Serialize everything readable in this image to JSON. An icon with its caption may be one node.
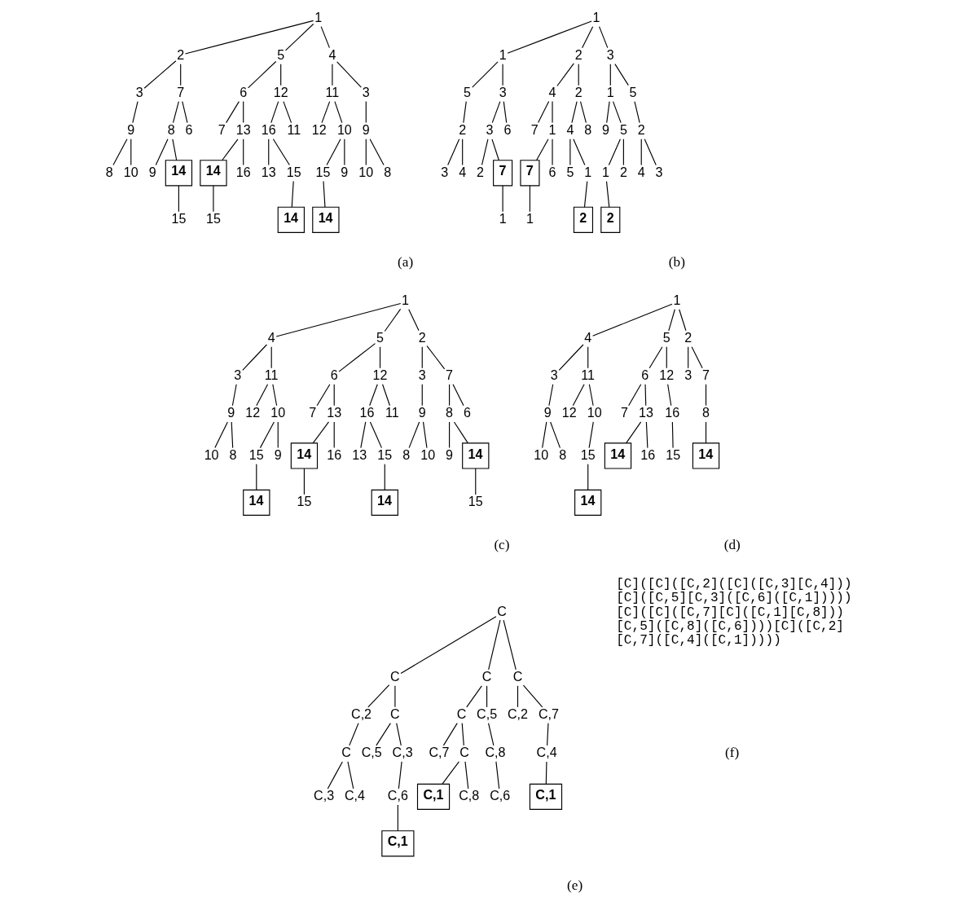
{
  "diagram": {
    "nodes": [
      {
        "text": [
          "1"
        ]
      },
      {
        "text": [
          "2"
        ]
      },
      {
        "text": [
          "5"
        ]
      },
      {
        "text": [
          "4"
        ]
      },
      {
        "text": [
          "3"
        ]
      },
      {
        "text": [
          "7"
        ]
      },
      {
        "text": [
          "6"
        ]
      },
      {
        "text": [
          "12"
        ]
      },
      {
        "text": [
          "11"
        ]
      },
      {
        "text": [
          "3"
        ]
      },
      {
        "text": [
          "9"
        ]
      },
      {
        "text": [
          "8"
        ]
      },
      {
        "text": [
          "6"
        ]
      },
      {
        "text": [
          "7"
        ]
      },
      {
        "text": [
          "13"
        ]
      },
      {
        "text": [
          "16"
        ]
      },
      {
        "text": [
          "11"
        ]
      },
      {
        "text": [
          "12"
        ]
      },
      {
        "text": [
          "10"
        ]
      },
      {
        "text": [
          "9"
        ]
      },
      {
        "text": [
          "8"
        ]
      },
      {
        "text": [
          "10"
        ]
      },
      {
        "text": [
          "9"
        ]
      },
      {
        "text": [
          "14"
        ]
      },
      {
        "text": [
          "14"
        ]
      },
      {
        "text": [
          "16"
        ]
      },
      {
        "text": [
          "13"
        ]
      },
      {
        "text": [
          "15"
        ]
      },
      {
        "text": [
          "15"
        ]
      },
      {
        "text": [
          "9"
        ]
      },
      {
        "text": [
          "10"
        ]
      },
      {
        "text": [
          "8"
        ]
      },
      {
        "text": [
          "15"
        ]
      },
      {
        "text": [
          "15"
        ]
      },
      {
        "text": [
          "14"
        ]
      },
      {
        "text": [
          "14"
        ]
      },
      {
        "text": [
          "1"
        ]
      },
      {
        "text": [
          "1"
        ]
      },
      {
        "text": [
          "2"
        ]
      },
      {
        "text": [
          "3"
        ]
      },
      {
        "text": [
          "5"
        ]
      },
      {
        "text": [
          "3"
        ]
      },
      {
        "text": [
          "4"
        ]
      },
      {
        "text": [
          "2"
        ]
      },
      {
        "text": [
          "1"
        ]
      },
      {
        "text": [
          "5"
        ]
      },
      {
        "text": [
          "2"
        ]
      },
      {
        "text": [
          "3"
        ]
      },
      {
        "text": [
          "6"
        ]
      },
      {
        "text": [
          "7"
        ]
      },
      {
        "text": [
          "1"
        ]
      },
      {
        "text": [
          "4"
        ]
      },
      {
        "text": [
          "8"
        ]
      },
      {
        "text": [
          "9"
        ]
      },
      {
        "text": [
          "5"
        ]
      },
      {
        "text": [
          "2"
        ]
      },
      {
        "text": [
          "3"
        ]
      },
      {
        "text": [
          "4"
        ]
      },
      {
        "text": [
          "2"
        ]
      },
      {
        "text": [
          "7"
        ]
      },
      {
        "text": [
          "7"
        ]
      },
      {
        "text": [
          "6"
        ]
      },
      {
        "text": [
          "5"
        ]
      },
      {
        "text": [
          "1"
        ]
      },
      {
        "text": [
          "1"
        ]
      },
      {
        "text": [
          "2"
        ]
      },
      {
        "text": [
          "4"
        ]
      },
      {
        "text": [
          "3"
        ]
      },
      {
        "text": [
          "1"
        ]
      },
      {
        "text": [
          "1"
        ]
      },
      {
        "text": [
          "2"
        ]
      },
      {
        "text": [
          "2"
        ]
      },
      {
        "text": [
          "1"
        ]
      },
      {
        "text": [
          "4"
        ]
      },
      {
        "text": [
          "5"
        ]
      },
      {
        "text": [
          "2"
        ]
      },
      {
        "text": [
          "3"
        ]
      },
      {
        "text": [
          "11"
        ]
      },
      {
        "text": [
          "6"
        ]
      },
      {
        "text": [
          "12"
        ]
      },
      {
        "text": [
          "3"
        ]
      },
      {
        "text": [
          "7"
        ]
      },
      {
        "text": [
          "9"
        ]
      },
      {
        "text": [
          "12"
        ]
      },
      {
        "text": [
          "10"
        ]
      },
      {
        "text": [
          "7"
        ]
      },
      {
        "text": [
          "13"
        ]
      },
      {
        "text": [
          "16"
        ]
      },
      {
        "text": [
          "11"
        ]
      },
      {
        "text": [
          "9"
        ]
      },
      {
        "text": [
          "8"
        ]
      },
      {
        "text": [
          "6"
        ]
      },
      {
        "text": [
          "10"
        ]
      },
      {
        "text": [
          "8"
        ]
      },
      {
        "text": [
          "15"
        ]
      },
      {
        "text": [
          "9"
        ]
      },
      {
        "text": [
          "14"
        ]
      },
      {
        "text": [
          "16"
        ]
      },
      {
        "text": [
          "13"
        ]
      },
      {
        "text": [
          "15"
        ]
      },
      {
        "text": [
          "8"
        ]
      },
      {
        "text": [
          "10"
        ]
      },
      {
        "text": [
          "9"
        ]
      },
      {
        "text": [
          "14"
        ]
      },
      {
        "text": [
          "14"
        ]
      },
      {
        "text": [
          "15"
        ]
      },
      {
        "text": [
          "14"
        ]
      },
      {
        "text": [
          "15"
        ]
      },
      {
        "text": [
          "1"
        ]
      },
      {
        "text": [
          "4"
        ]
      },
      {
        "text": [
          "5"
        ]
      },
      {
        "text": [
          "2"
        ]
      },
      {
        "text": [
          "3"
        ]
      },
      {
        "text": [
          "11"
        ]
      },
      {
        "text": [
          "6"
        ]
      },
      {
        "text": [
          "12"
        ]
      },
      {
        "text": [
          "3"
        ]
      },
      {
        "text": [
          "7"
        ]
      },
      {
        "text": [
          "9"
        ]
      },
      {
        "text": [
          "12"
        ]
      },
      {
        "text": [
          "10"
        ]
      },
      {
        "text": [
          "7"
        ]
      },
      {
        "text": [
          "13"
        ]
      },
      {
        "text": [
          "16"
        ]
      },
      {
        "text": [
          "8"
        ]
      },
      {
        "text": [
          "10"
        ]
      },
      {
        "text": [
          "8"
        ]
      },
      {
        "text": [
          "15"
        ]
      },
      {
        "text": [
          "14"
        ]
      },
      {
        "text": [
          "16"
        ]
      },
      {
        "text": [
          "15"
        ]
      },
      {
        "text": [
          "14"
        ]
      },
      {
        "text": [
          "14"
        ]
      },
      {
        "text": [
          "C"
        ]
      },
      {
        "text": [
          "C"
        ]
      },
      {
        "text": [
          "C"
        ]
      },
      {
        "text": [
          "C"
        ]
      },
      {
        "text": [
          "C,2"
        ]
      },
      {
        "text": [
          "C"
        ]
      },
      {
        "text": [
          "C"
        ]
      },
      {
        "text": [
          "C,5"
        ]
      },
      {
        "text": [
          "C,2"
        ]
      },
      {
        "text": [
          "C,7"
        ]
      },
      {
        "text": [
          "C"
        ]
      },
      {
        "text": [
          "C,5"
        ]
      },
      {
        "text": [
          "C,3"
        ]
      },
      {
        "text": [
          "C,7"
        ]
      },
      {
        "text": [
          "C"
        ]
      },
      {
        "text": [
          "C,8"
        ]
      },
      {
        "text": [
          "C,4"
        ]
      },
      {
        "text": [
          "C,3"
        ]
      },
      {
        "text": [
          "C,4"
        ]
      },
      {
        "text": [
          "C,6"
        ]
      },
      {
        "text": [
          "C,1"
        ]
      },
      {
        "text": [
          "C,8"
        ]
      },
      {
        "text": [
          "C,6"
        ]
      },
      {
        "text": [
          "C,1"
        ]
      },
      {
        "text": [
          "C,1"
        ]
      }
    ],
    "edges": [
      {
        "from": 0,
        "to": 1,
        "arrow": "none"
      },
      {
        "from": 0,
        "to": 2,
        "arrow": "none"
      },
      {
        "from": 0,
        "to": 3,
        "arrow": "none"
      },
      {
        "from": 1,
        "to": 4,
        "arrow": "none"
      },
      {
        "from": 1,
        "to": 5,
        "arrow": "none"
      },
      {
        "from": 2,
        "to": 6,
        "arrow": "none"
      },
      {
        "from": 2,
        "to": 7,
        "arrow": "none"
      },
      {
        "from": 3,
        "to": 8,
        "arrow": "none"
      },
      {
        "from": 3,
        "to": 9,
        "arrow": "none"
      },
      {
        "from": 4,
        "to": 10,
        "arrow": "none"
      },
      {
        "from": 5,
        "to": 11,
        "arrow": "none"
      },
      {
        "from": 5,
        "to": 12,
        "arrow": "none"
      },
      {
        "from": 6,
        "to": 13,
        "arrow": "none"
      },
      {
        "from": 6,
        "to": 14,
        "arrow": "none"
      },
      {
        "from": 7,
        "to": 15,
        "arrow": "none"
      },
      {
        "from": 7,
        "to": 16,
        "arrow": "none"
      },
      {
        "from": 8,
        "to": 17,
        "arrow": "none"
      },
      {
        "from": 8,
        "to": 18,
        "arrow": "none"
      },
      {
        "from": 9,
        "to": 19,
        "arrow": "none"
      },
      {
        "from": 10,
        "to": 20,
        "arrow": "none"
      },
      {
        "from": 10,
        "to": 21,
        "arrow": "none"
      },
      {
        "from": 11,
        "to": 22,
        "arrow": "none"
      },
      {
        "from": 11,
        "to": 23,
        "arrow": "none"
      },
      {
        "from": 14,
        "to": 24,
        "arrow": "none"
      },
      {
        "from": 14,
        "to": 25,
        "arrow": "none"
      },
      {
        "from": 15,
        "to": 26,
        "arrow": "none"
      },
      {
        "from": 15,
        "to": 27,
        "arrow": "none"
      },
      {
        "from": 18,
        "to": 28,
        "arrow": "none"
      },
      {
        "from": 18,
        "to": 29,
        "arrow": "none"
      },
      {
        "from": 19,
        "to": 30,
        "arrow": "none"
      },
      {
        "from": 19,
        "to": 31,
        "arrow": "none"
      },
      {
        "from": 23,
        "to": 32,
        "arrow": "none"
      },
      {
        "from": 24,
        "to": 33,
        "arrow": "none"
      },
      {
        "from": 27,
        "to": 34,
        "arrow": "none"
      },
      {
        "from": 28,
        "to": 35,
        "arrow": "none"
      },
      {
        "from": 36,
        "to": 37,
        "arrow": "none"
      },
      {
        "from": 36,
        "to": 38,
        "arrow": "none"
      },
      {
        "from": 36,
        "to": 39,
        "arrow": "none"
      },
      {
        "from": 37,
        "to": 40,
        "arrow": "none"
      },
      {
        "from": 37,
        "to": 41,
        "arrow": "none"
      },
      {
        "from": 38,
        "to": 42,
        "arrow": "none"
      },
      {
        "from": 38,
        "to": 43,
        "arrow": "none"
      },
      {
        "from": 39,
        "to": 44,
        "arrow": "none"
      },
      {
        "from": 39,
        "to": 45,
        "arrow": "none"
      },
      {
        "from": 40,
        "to": 46,
        "arrow": "none"
      },
      {
        "from": 41,
        "to": 47,
        "arrow": "none"
      },
      {
        "from": 41,
        "to": 48,
        "arrow": "none"
      },
      {
        "from": 42,
        "to": 49,
        "arrow": "none"
      },
      {
        "from": 42,
        "to": 50,
        "arrow": "none"
      },
      {
        "from": 43,
        "to": 51,
        "arrow": "none"
      },
      {
        "from": 43,
        "to": 52,
        "arrow": "none"
      },
      {
        "from": 44,
        "to": 53,
        "arrow": "none"
      },
      {
        "from": 44,
        "to": 54,
        "arrow": "none"
      },
      {
        "from": 45,
        "to": 55,
        "arrow": "none"
      },
      {
        "from": 46,
        "to": 56,
        "arrow": "none"
      },
      {
        "from": 46,
        "to": 57,
        "arrow": "none"
      },
      {
        "from": 47,
        "to": 58,
        "arrow": "none"
      },
      {
        "from": 47,
        "to": 59,
        "arrow": "none"
      },
      {
        "from": 50,
        "to": 60,
        "arrow": "none"
      },
      {
        "from": 50,
        "to": 61,
        "arrow": "none"
      },
      {
        "from": 51,
        "to": 62,
        "arrow": "none"
      },
      {
        "from": 51,
        "to": 63,
        "arrow": "none"
      },
      {
        "from": 54,
        "to": 64,
        "arrow": "none"
      },
      {
        "from": 54,
        "to": 65,
        "arrow": "none"
      },
      {
        "from": 55,
        "to": 66,
        "arrow": "none"
      },
      {
        "from": 55,
        "to": 67,
        "arrow": "none"
      },
      {
        "from": 59,
        "to": 68,
        "arrow": "none"
      },
      {
        "from": 60,
        "to": 69,
        "arrow": "none"
      },
      {
        "from": 63,
        "to": 70,
        "arrow": "none"
      },
      {
        "from": 64,
        "to": 71,
        "arrow": "none"
      },
      {
        "from": 72,
        "to": 73,
        "arrow": "none"
      },
      {
        "from": 72,
        "to": 74,
        "arrow": "none"
      },
      {
        "from": 72,
        "to": 75,
        "arrow": "none"
      },
      {
        "from": 73,
        "to": 76,
        "arrow": "none"
      },
      {
        "from": 73,
        "to": 77,
        "arrow": "none"
      },
      {
        "from": 74,
        "to": 78,
        "arrow": "none"
      },
      {
        "from": 74,
        "to": 79,
        "arrow": "none"
      },
      {
        "from": 75,
        "to": 80,
        "arrow": "none"
      },
      {
        "from": 75,
        "to": 81,
        "arrow": "none"
      },
      {
        "from": 76,
        "to": 82,
        "arrow": "none"
      },
      {
        "from": 77,
        "to": 83,
        "arrow": "none"
      },
      {
        "from": 77,
        "to": 84,
        "arrow": "none"
      },
      {
        "from": 78,
        "to": 85,
        "arrow": "none"
      },
      {
        "from": 78,
        "to": 86,
        "arrow": "none"
      },
      {
        "from": 79,
        "to": 87,
        "arrow": "none"
      },
      {
        "from": 79,
        "to": 88,
        "arrow": "none"
      },
      {
        "from": 80,
        "to": 89,
        "arrow": "none"
      },
      {
        "from": 81,
        "to": 90,
        "arrow": "none"
      },
      {
        "from": 81,
        "to": 91,
        "arrow": "none"
      },
      {
        "from": 82,
        "to": 92,
        "arrow": "none"
      },
      {
        "from": 82,
        "to": 93,
        "arrow": "none"
      },
      {
        "from": 84,
        "to": 94,
        "arrow": "none"
      },
      {
        "from": 84,
        "to": 95,
        "arrow": "none"
      },
      {
        "from": 86,
        "to": 96,
        "arrow": "none"
      },
      {
        "from": 86,
        "to": 97,
        "arrow": "none"
      },
      {
        "from": 87,
        "to": 98,
        "arrow": "none"
      },
      {
        "from": 87,
        "to": 99,
        "arrow": "none"
      },
      {
        "from": 89,
        "to": 100,
        "arrow": "none"
      },
      {
        "from": 89,
        "to": 101,
        "arrow": "none"
      },
      {
        "from": 90,
        "to": 102,
        "arrow": "none"
      },
      {
        "from": 90,
        "to": 103,
        "arrow": "none"
      },
      {
        "from": 94,
        "to": 104,
        "arrow": "none"
      },
      {
        "from": 96,
        "to": 105,
        "arrow": "none"
      },
      {
        "from": 99,
        "to": 106,
        "arrow": "none"
      },
      {
        "from": 103,
        "to": 107,
        "arrow": "none"
      },
      {
        "from": 108,
        "to": 109,
        "arrow": "none"
      },
      {
        "from": 108,
        "to": 110,
        "arrow": "none"
      },
      {
        "from": 108,
        "to": 111,
        "arrow": "none"
      },
      {
        "from": 109,
        "to": 112,
        "arrow": "none"
      },
      {
        "from": 109,
        "to": 113,
        "arrow": "none"
      },
      {
        "from": 110,
        "to": 114,
        "arrow": "none"
      },
      {
        "from": 110,
        "to": 115,
        "arrow": "none"
      },
      {
        "from": 111,
        "to": 116,
        "arrow": "none"
      },
      {
        "from": 111,
        "to": 117,
        "arrow": "none"
      },
      {
        "from": 112,
        "to": 118,
        "arrow": "none"
      },
      {
        "from": 113,
        "to": 119,
        "arrow": "none"
      },
      {
        "from": 113,
        "to": 120,
        "arrow": "none"
      },
      {
        "from": 114,
        "to": 121,
        "arrow": "none"
      },
      {
        "from": 114,
        "to": 122,
        "arrow": "none"
      },
      {
        "from": 115,
        "to": 123,
        "arrow": "none"
      },
      {
        "from": 117,
        "to": 124,
        "arrow": "none"
      },
      {
        "from": 118,
        "to": 125,
        "arrow": "none"
      },
      {
        "from": 118,
        "to": 126,
        "arrow": "none"
      },
      {
        "from": 120,
        "to": 127,
        "arrow": "none"
      },
      {
        "from": 122,
        "to": 128,
        "arrow": "none"
      },
      {
        "from": 122,
        "to": 129,
        "arrow": "none"
      },
      {
        "from": 123,
        "to": 130,
        "arrow": "none"
      },
      {
        "from": 124,
        "to": 131,
        "arrow": "none"
      },
      {
        "from": 127,
        "to": 132,
        "arrow": "none"
      },
      {
        "from": 133,
        "to": 134,
        "arrow": "none"
      },
      {
        "from": 133,
        "to": 135,
        "arrow": "none"
      },
      {
        "from": 133,
        "to": 136,
        "arrow": "none"
      },
      {
        "from": 134,
        "to": 137,
        "arrow": "none"
      },
      {
        "from": 134,
        "to": 138,
        "arrow": "none"
      },
      {
        "from": 135,
        "to": 139,
        "arrow": "none"
      },
      {
        "from": 135,
        "to": 140,
        "arrow": "none"
      },
      {
        "from": 136,
        "to": 141,
        "arrow": "none"
      },
      {
        "from": 136,
        "to": 142,
        "arrow": "none"
      },
      {
        "from": 137,
        "to": 143,
        "arrow": "none"
      },
      {
        "from": 138,
        "to": 144,
        "arrow": "none"
      },
      {
        "from": 138,
        "to": 145,
        "arrow": "none"
      },
      {
        "from": 139,
        "to": 146,
        "arrow": "none"
      },
      {
        "from": 139,
        "to": 147,
        "arrow": "none"
      },
      {
        "from": 140,
        "to": 148,
        "arrow": "none"
      },
      {
        "from": 142,
        "to": 149,
        "arrow": "none"
      },
      {
        "from": 143,
        "to": 150,
        "arrow": "none"
      },
      {
        "from": 143,
        "to": 151,
        "arrow": "none"
      },
      {
        "from": 145,
        "to": 152,
        "arrow": "none"
      },
      {
        "from": 147,
        "to": 153,
        "arrow": "none"
      },
      {
        "from": 147,
        "to": 154,
        "arrow": "none"
      },
      {
        "from": 148,
        "to": 155,
        "arrow": "none"
      },
      {
        "from": 149,
        "to": 156,
        "arrow": "none"
      },
      {
        "from": 152,
        "to": 157,
        "arrow": "none"
      }
    ],
    "labels": [
      "(a)",
      "(b)",
      "(c)",
      "(d)",
      "[C]([C]([C,2]([C]([C,3][C,4])) [C]([C,5][C,3]([C,6]([C,1])))) [C]([C]([C,7][C]([C,1][C,8])) [C,5]([C,8]([C,6])))[C]([C,2] [C,7]([C,4]([C,1]))))",
      "(f)",
      "(e)"
    ]
  }
}
